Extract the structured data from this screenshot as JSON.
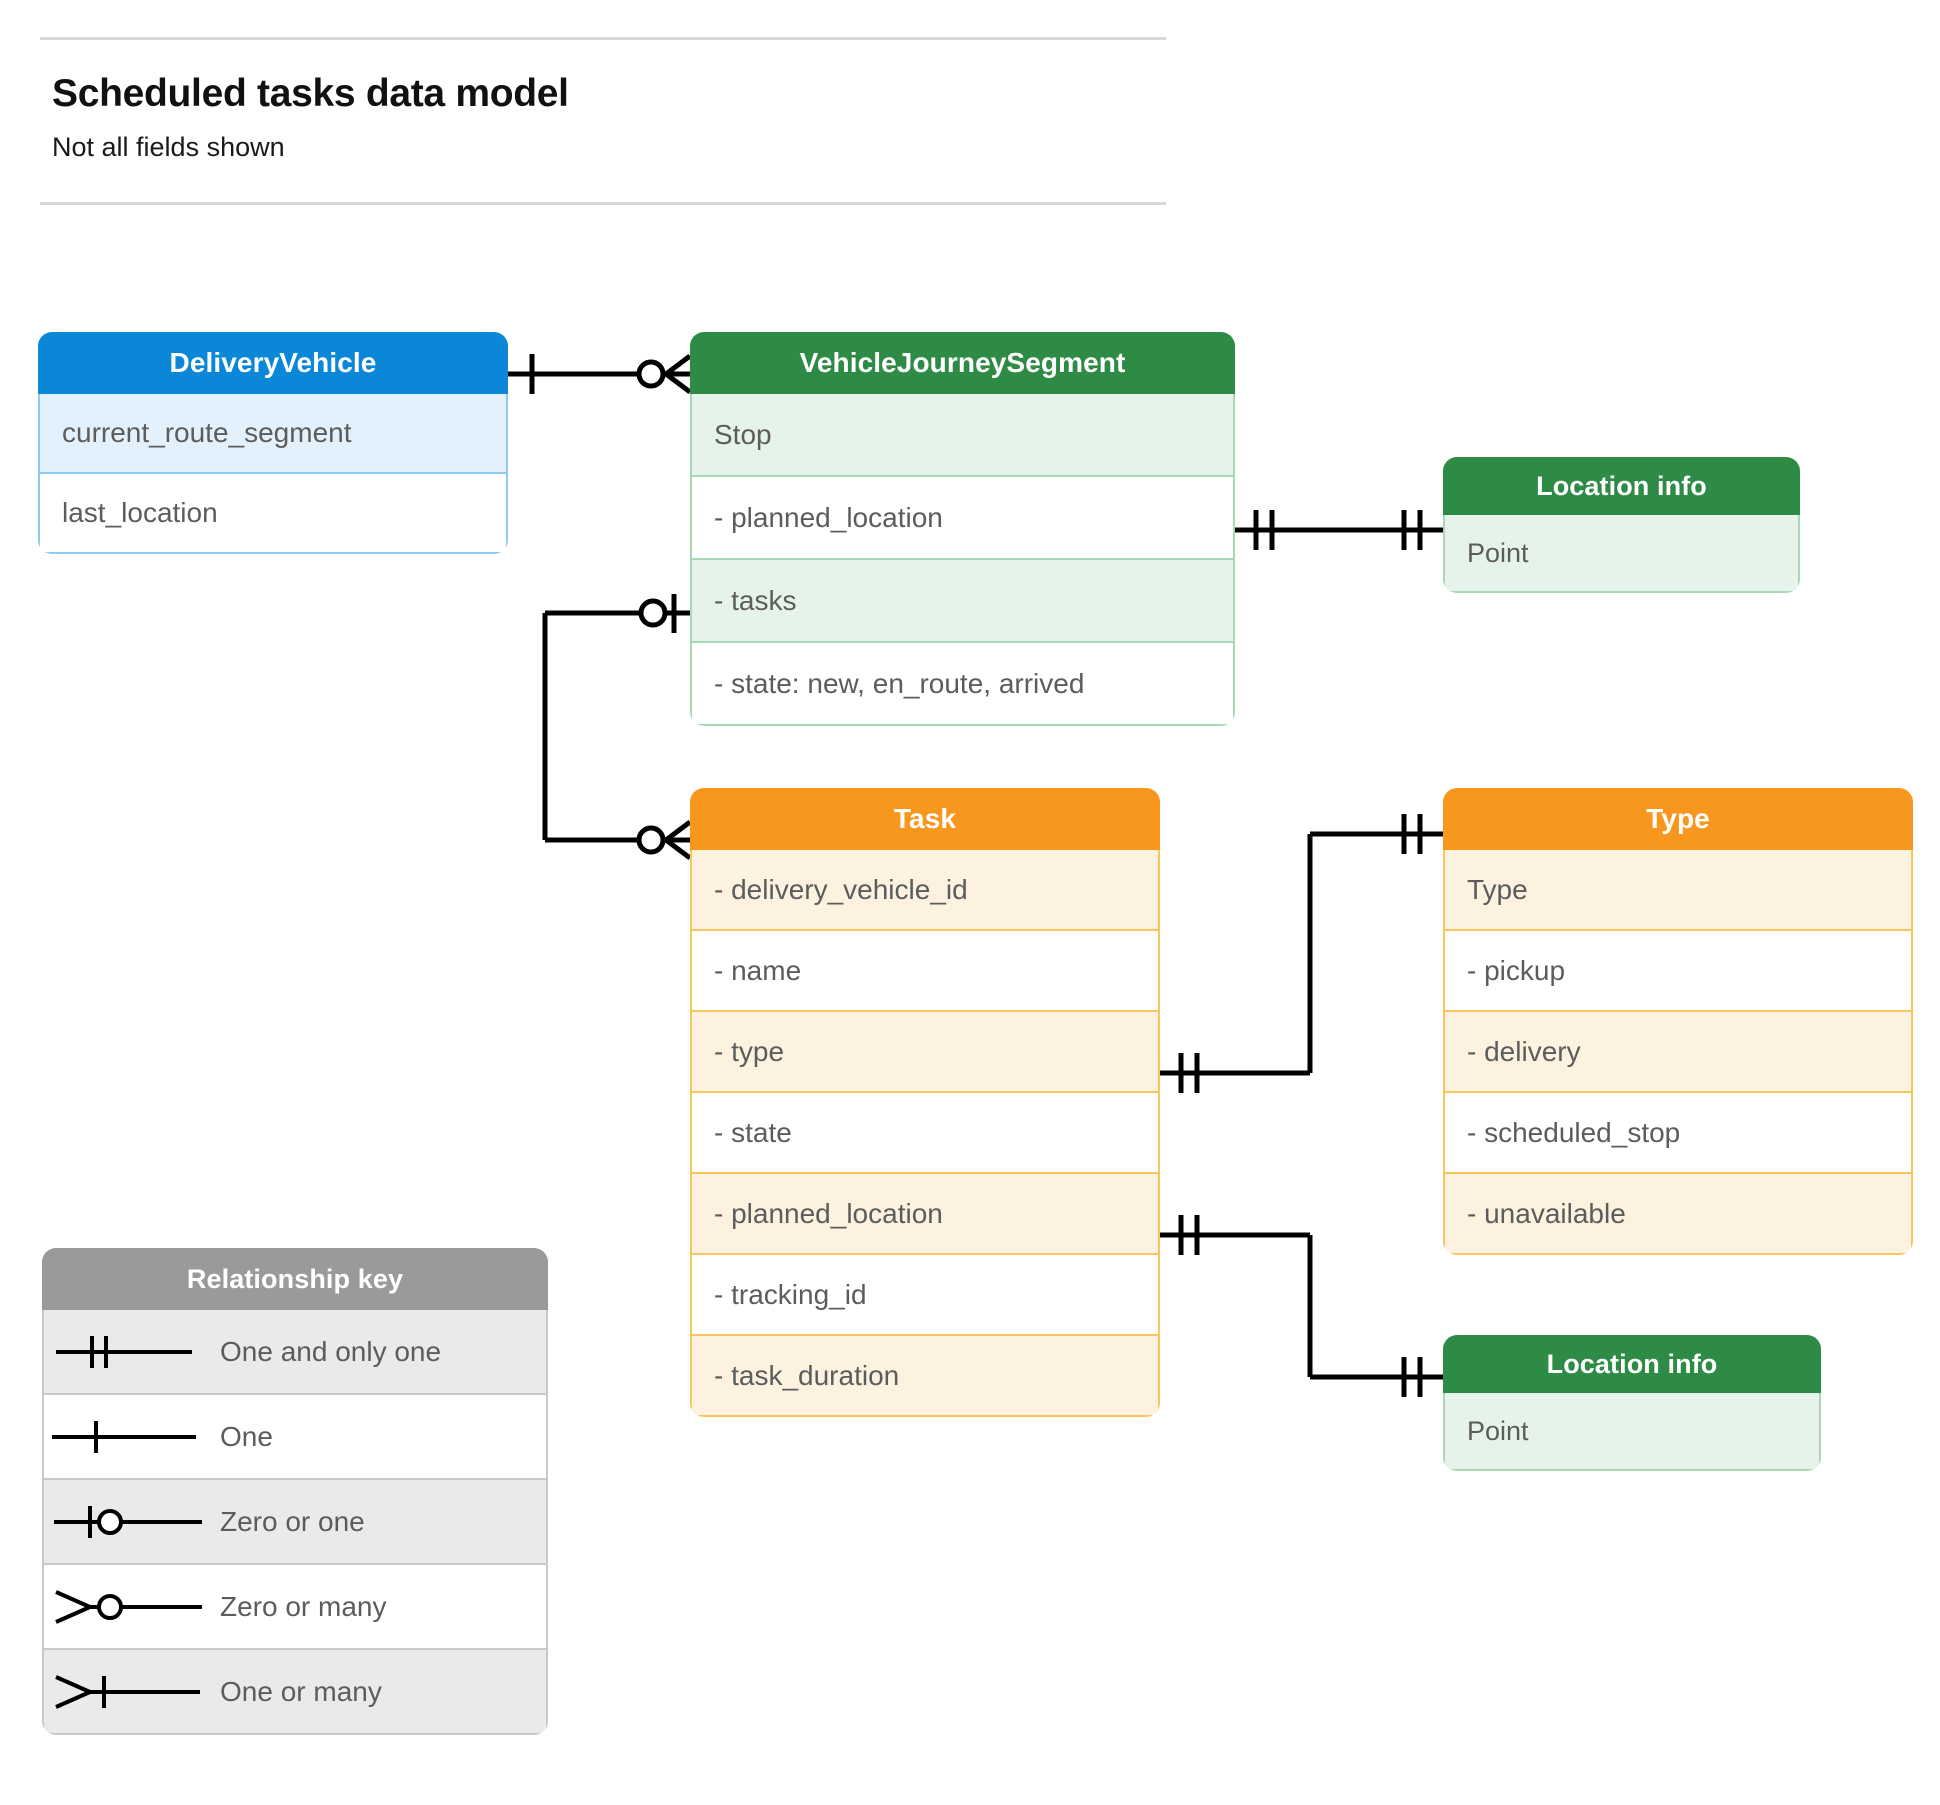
{
  "header": {
    "title": "Scheduled tasks data model",
    "subtitle": "Not all fields shown"
  },
  "entities": {
    "delivery_vehicle": {
      "title": "DeliveryVehicle",
      "color": "#0b87d7",
      "rows": [
        "current_route_segment",
        "last_location"
      ]
    },
    "vehicle_journey_segment": {
      "title": "VehicleJourneySegment",
      "color": "#2e8b45",
      "rows": [
        "Stop",
        "-  planned_location",
        "- tasks",
        "- state: new, en_route, arrived"
      ]
    },
    "location_info_top": {
      "title": "Location info",
      "color": "#2e8b45",
      "rows": [
        "Point"
      ]
    },
    "task": {
      "title": "Task",
      "color": "#f8971d",
      "rows": [
        "- delivery_vehicle_id",
        "- name",
        "- type",
        "- state",
        "- planned_location",
        "- tracking_id",
        "- task_duration"
      ]
    },
    "type": {
      "title": "Type",
      "color": "#f8971d",
      "rows": [
        "Type",
        "-  pickup",
        "-  delivery",
        "-  scheduled_stop",
        "-  unavailable"
      ]
    },
    "location_info_bottom": {
      "title": "Location info",
      "color": "#2e8b45",
      "rows": [
        "Point"
      ]
    }
  },
  "legend": {
    "title": "Relationship key",
    "color": "#9a9a9a",
    "items": [
      {
        "symbol": "one-and-only-one",
        "label": "One and only one"
      },
      {
        "symbol": "one",
        "label": "One"
      },
      {
        "symbol": "zero-or-one",
        "label": "Zero or one"
      },
      {
        "symbol": "zero-or-many",
        "label": "Zero or many"
      },
      {
        "symbol": "one-or-many",
        "label": "One or many"
      }
    ]
  },
  "relationships": [
    {
      "from": "delivery_vehicle",
      "to": "vehicle_journey_segment",
      "from_cardinality": "one",
      "to_cardinality": "zero-or-many"
    },
    {
      "from": "vehicle_journey_segment.planned_location",
      "to": "location_info_top",
      "from_cardinality": "one-and-only-one",
      "to_cardinality": "one-and-only-one"
    },
    {
      "from": "vehicle_journey_segment.tasks",
      "to": "task",
      "from_cardinality": "zero-or-one",
      "to_cardinality": "zero-or-many"
    },
    {
      "from": "task.type",
      "to": "type",
      "from_cardinality": "one-and-only-one",
      "to_cardinality": "one-and-only-one"
    },
    {
      "from": "task.planned_location",
      "to": "location_info_bottom",
      "from_cardinality": "one-and-only-one",
      "to_cardinality": "one-and-only-one"
    }
  ],
  "line_color": "#000000"
}
